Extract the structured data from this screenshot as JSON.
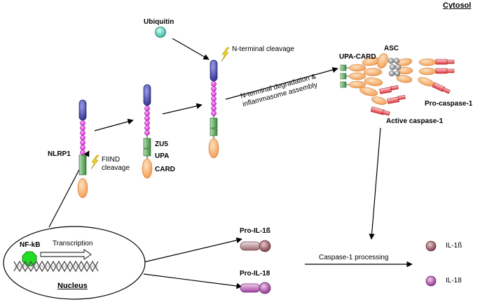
{
  "labels": {
    "cytosol": "Cytosol",
    "ubiquitin": "Ubiquitin",
    "nterm_cleavage": "N-terminal cleavage",
    "nlrp1": "NLRP1",
    "fiind_cleavage": "FIIND\ncleavage",
    "zu5": "ZU5",
    "upa": "UPA",
    "card": "CARD",
    "degradation": "N-terminal degradation &\ninflammasome assembly",
    "upa_card": "UPA-CARD",
    "asc": "ASC",
    "pro_caspase": "Pro-caspase-1",
    "active_caspase": "Active caspase-1",
    "nfkb": "NF-kB",
    "transcription": "Transcription",
    "nucleus": "Nucleus",
    "pro_il1b": "Pro-IL-1ß",
    "pro_il18": "Pro-IL-18",
    "caspase_processing": "Caspase-1 processing",
    "il1b": "IL-1ß",
    "il18": "IL-18"
  },
  "colors": {
    "nbd_blue": "#4a4aa8",
    "lrr_magenta": "#e23ee2",
    "fiind_green": "#4f9a4f",
    "card_orange": "#f4a65c",
    "caspase_red": "#e0303a",
    "asc_grey": "#8a8a8a",
    "ubiquitin_teal": "#44c8b4",
    "nfkb_green": "#22dd22",
    "il1b_maroon": "#8e4a55",
    "il18_purple": "#a0409a",
    "lightning_yellow": "#f2d21a"
  }
}
